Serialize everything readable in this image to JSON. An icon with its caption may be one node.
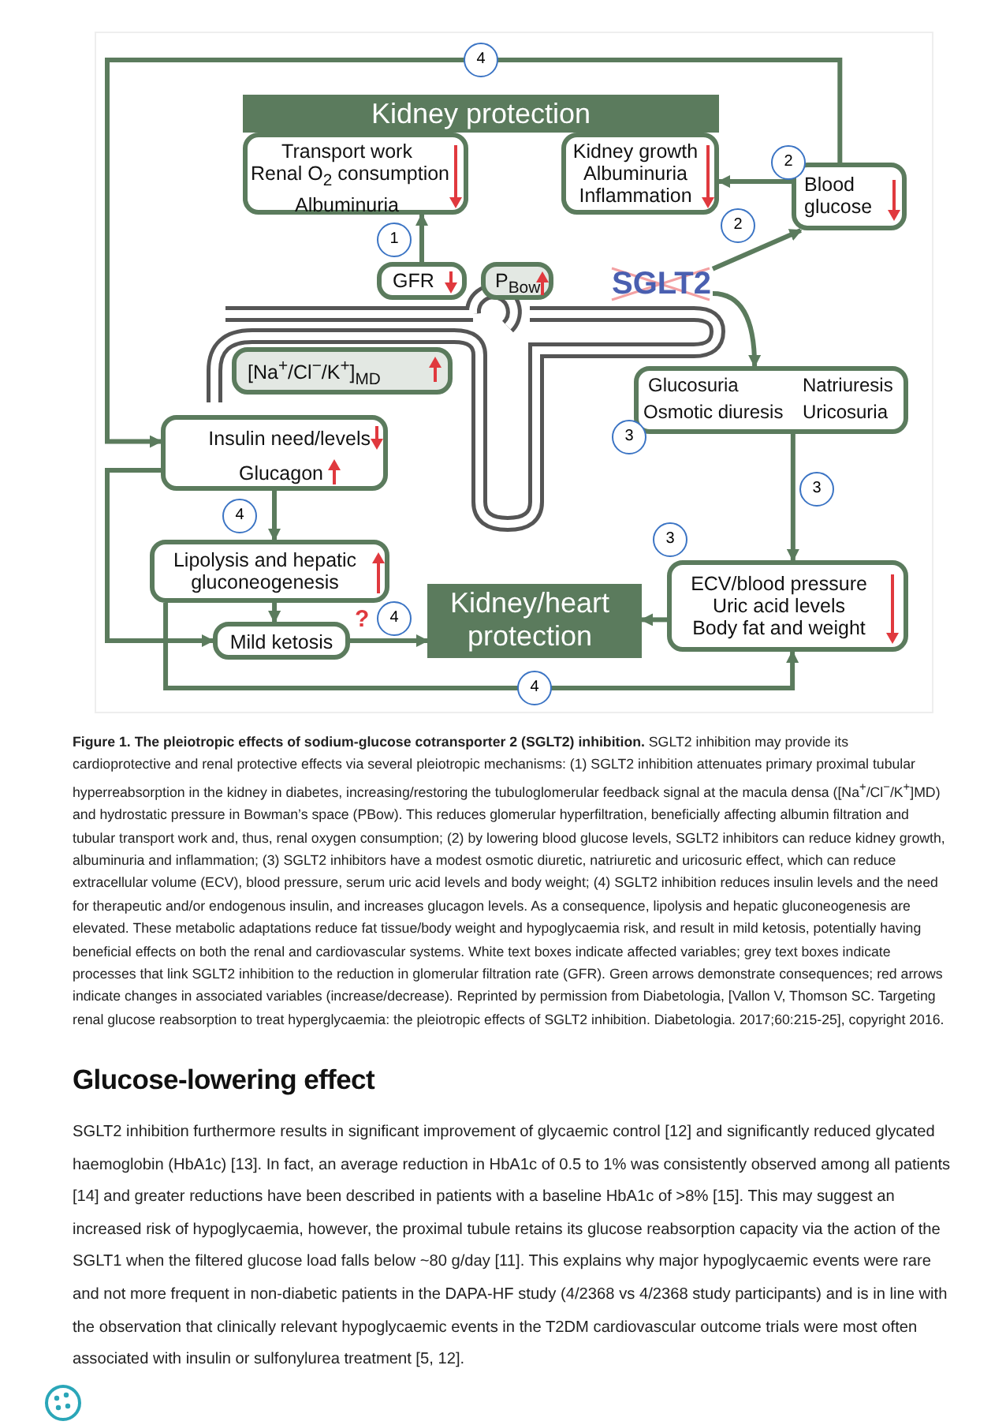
{
  "diagram": {
    "caption": "**Figure 1. The pleiotropic effects of sodium-glucose cotransporter 2 (SGLT2) inhibition.** SGLT2 inhibition may provide its cardioprotective and renal protective effects via several pleiotropic mechanisms: (1) SGLT2 inhibition attenuates primary proximal tubular hyperreabsorption in the kidney in diabetes, increasing/restoring the tubuloglomerular feedback signal at the macula densa ([Na$^{+}$/Cl$^{−}$/K$^{+}$]MD) and hydrostatic pressure in Bowman’s space (PBow). This reduces glomerular hyperfiltration, beneficially affecting albumin filtration and tubular transport work and, thus, renal oxygen consumption; (2) by lowering blood glucose levels, SGLT2 inhibitors can reduce kidney growth, albuminuria and inflammation; (3) SGLT2 inhibitors have a modest osmotic diuretic, natriuretic and uricosuric effect, which can reduce extracellular volume (ECV), blood pressure, serum uric acid levels and body weight; (4) SGLT2 inhibition reduces insulin levels and the need for therapeutic and/or endogenous insulin, and increases glucagon levels. As a consequence, lipolysis and hepatic gluconeogenesis are elevated. These metabolic adaptations reduce fat tissue/body weight and hypoglycaemia risk, and result in mild ketosis, potentially having beneficial effects on both the renal and cardiovascular systems. White text boxes indicate affected variables; grey text boxes indicate processes that link SGLT2 inhibition to the reduction in glomerular filtration rate (GFR). Green arrows demonstrate consequences; red arrows indicate changes in associated variables (increase/decrease). Reprinted by permission from Diabetologia, [Vallon V, Thomson SC. Targeting renal glucose reabsorption to treat hyperglycaemia: the pleiotropic effects of SGLT2 inhibition. Diabetologia. 2017;60:215-25], copyright 2016.",
    "nodes": [
      {
        "text": [
          "Kidney protection"
        ]
      },
      {
        "text": [
          "Transport work Renal O$_{2}$ consumption Albuminuria"
        ],
        "in": 0
      },
      {
        "text": [
          "Kidney growth Albuminuria Inflammation"
        ],
        "in": 0
      },
      {
        "text": [
          "Blood glucose"
        ]
      },
      {
        "text": [
          "GFR"
        ]
      },
      {
        "text": [
          "P$_{Bow}$"
        ]
      },
      {
        "text": [
          "SGLT2"
        ]
      },
      {
        "text": [
          "[Na$^{+}$/Cl$^{−}$/K$^{+}$]$_{MD}$"
        ]
      },
      {
        "text": [
          "Glucosuria",
          "Osmotic diuresis",
          "Natriuresis",
          "Uricosuria"
        ]
      },
      {
        "text": [
          "Insulin need/levels",
          "Glucagon"
        ]
      },
      {
        "text": [
          "Lipolysis and hepatic gluconeogenesis"
        ]
      },
      {
        "text": [
          "Mild ketosis"
        ]
      },
      {
        "text": [
          "Kidney/heart protection"
        ]
      },
      {
        "text": [
          "ECV/blood pressure Uric acid levels Body fat and weight"
        ]
      }
    ],
    "edges": [
      {
        "from": 3,
        "to": 9,
        "arrow": "to",
        "label": "4"
      },
      {
        "from": 3,
        "to": 2,
        "arrow": "to",
        "label": "2"
      },
      {
        "from": 6,
        "to": 3,
        "arrow": "to",
        "label": "2"
      },
      {
        "from": 4,
        "to": 1,
        "arrow": "to",
        "label": "1"
      },
      {
        "from": 6,
        "to": 8,
        "arrow": "to"
      },
      {
        "from": 8,
        "to": 13,
        "arrow": "to",
        "label": "3"
      },
      {
        "from": 13,
        "to": 12,
        "arrow": "to"
      },
      {
        "from": 9,
        "to": 10,
        "arrow": "to",
        "label": "4"
      },
      {
        "from": 10,
        "to": 11,
        "arrow": "to"
      },
      {
        "from": 9,
        "to": 11,
        "arrow": "to"
      },
      {
        "from": 11,
        "to": 12,
        "arrow": "to",
        "label": "4"
      },
      {
        "from": 10,
        "to": 13,
        "arrow": "to",
        "label": "4"
      }
    ],
    "labels": [
      "3",
      "3",
      "?",
      "Glucose-lowering effect",
      "SGLT2 inhibition furthermore results in significant improvement of glycaemic control [12] and significantly reduced glycated haemoglobin (HbA1c) [13]. In fact, an average reduction in HbA1c of 0.5 to 1% was consistently observed among all patients [14] and greater reductions have been described in patients with a baseline HbA1c of >8% [15]. This may suggest an increased risk of hypoglycaemia, however, the proximal tubule retains its glucose reabsorption capacity via the action of the SGLT1 when the filtered glucose load falls below ~80 g/day [11]. This explains why major hypoglycaemic events were rare and not more frequent in non-diabetic patients in the DAPA-HF study (4/2368 vs 4/2368 study participants) and is in line with the observation that clinically relevant hypoglycaemic events in the T2DM cardiovascular outcome trials were most often associated with insulin or sulfonylurea treatment [5, 12]."
    ]
  }
}
